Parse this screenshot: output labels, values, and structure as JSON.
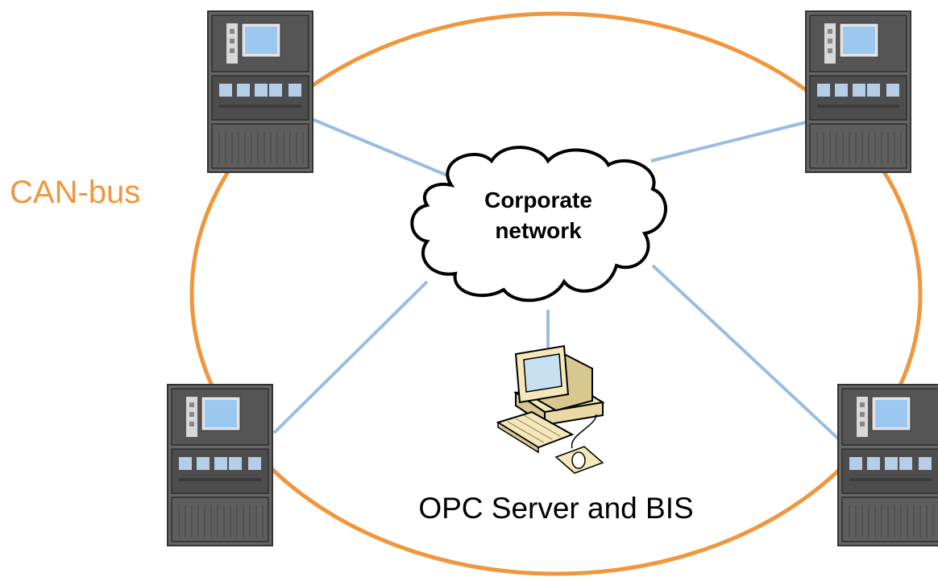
{
  "labels": {
    "bus": "CAN-bus",
    "cloud_line1": "Corporate",
    "cloud_line2": "network",
    "server": "OPC Server and BIS"
  },
  "colors": {
    "bus": "#f0963c",
    "link": "#9bbde0",
    "panel_body": "#5a5a5a",
    "screen": "#9cc8f0",
    "button": "#a9c7e4",
    "beige": "#f4e7b9"
  },
  "nodes": [
    {
      "id": "panel-top-left",
      "icon": "control-panel-icon"
    },
    {
      "id": "panel-top-right",
      "icon": "control-panel-icon"
    },
    {
      "id": "panel-bottom-left",
      "icon": "control-panel-icon"
    },
    {
      "id": "panel-bottom-right",
      "icon": "control-panel-icon"
    },
    {
      "id": "opc-server",
      "icon": "desktop-computer-icon"
    },
    {
      "id": "corporate-network",
      "icon": "cloud-icon"
    }
  ]
}
